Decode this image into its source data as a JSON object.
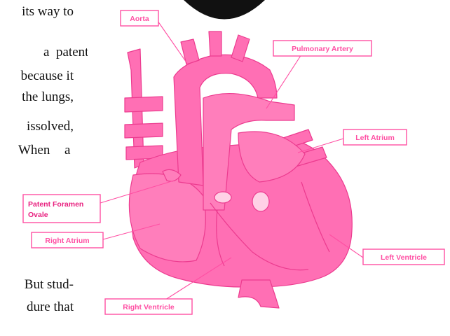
{
  "body_text": {
    "lines": [
      {
        "id": "l1",
        "text": "its way to"
      },
      {
        "id": "l2a",
        "text": "a"
      },
      {
        "id": "l2b",
        "text": "patent"
      },
      {
        "id": "l3",
        "text": "because it"
      },
      {
        "id": "l4",
        "text": "the lungs,"
      },
      {
        "id": "l5",
        "text": "issolved,"
      },
      {
        "id": "l6a",
        "text": "When"
      },
      {
        "id": "l6b",
        "text": "a"
      },
      {
        "id": "l7",
        "text": "But stud-"
      },
      {
        "id": "l8",
        "text": "dure that"
      }
    ]
  },
  "diagram": {
    "labels": {
      "aorta": "Aorta",
      "pulmonary_artery": "Pulmonary Artery",
      "left_atrium": "Left Atrium",
      "patent_foramen_ovale_line1": "Patent Foramen",
      "patent_foramen_ovale_line2": "Ovale",
      "right_atrium": "Right Atrium",
      "left_ventricle": "Left Ventricle",
      "right_ventricle": "Right Ventricle"
    },
    "colors": {
      "heart_fill": "#ff6fb4",
      "heart_dark": "#ec3b8f",
      "label_border": "#ff4fa3",
      "label_text_pink": "#ff4fa3",
      "label_text_highlight": "#e8207f",
      "dark_circle": "#111111"
    }
  }
}
